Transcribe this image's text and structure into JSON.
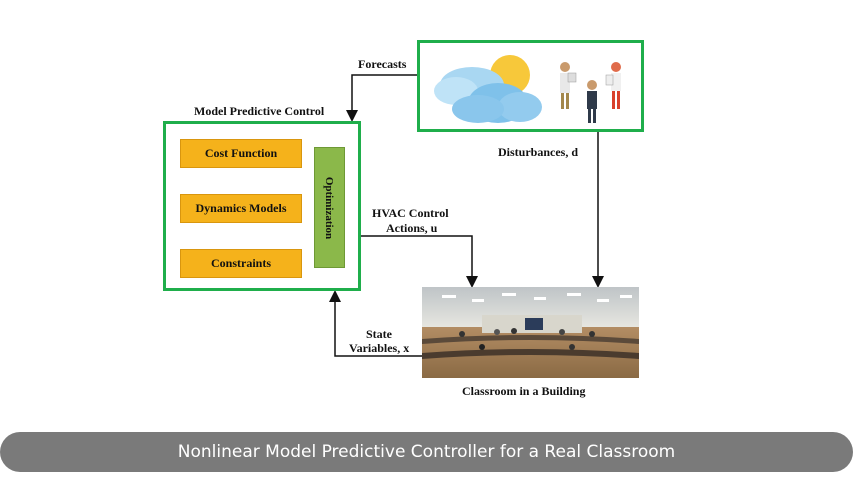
{
  "diagram": {
    "mpc_title": "Model Predictive Control",
    "cost_function": "Cost Function",
    "dynamics_models": "Dynamics Models",
    "constraints": "Constraints",
    "optimization": "Optimization",
    "forecasts": "Forecasts",
    "disturbances": "Disturbances, d",
    "hvac_line1": "HVAC Control",
    "hvac_line2": "Actions, u",
    "state_line1": "State",
    "state_line2": "Variables, x",
    "classroom": "Classroom in a Building"
  },
  "caption": "Nonlinear Model Predictive Controller for a Real Classroom",
  "colors": {
    "box_border": "#1fae4b",
    "orange_box": "#f5b21b",
    "optimization_box": "#8bb84a",
    "caption_bar": "#7a7a7a"
  }
}
